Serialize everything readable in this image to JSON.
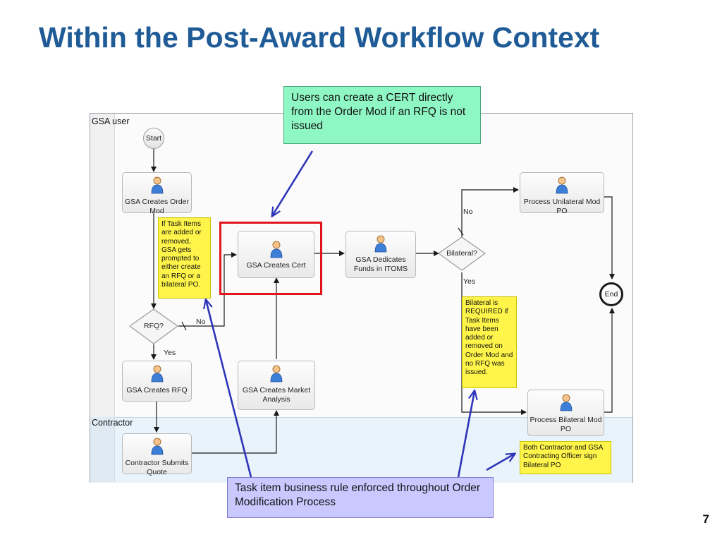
{
  "title": "Within the Post-Award Workflow Context",
  "page_number": "7",
  "lanes": {
    "gsa": "GSA user",
    "contractor": "Contractor"
  },
  "nodes": {
    "start": "Start",
    "end": "End",
    "gsa_creates_order_mod": "GSA Creates Order Mod",
    "gsa_creates_cert": "GSA Creates Cert",
    "gsa_dedicates_funds": "GSA Dedicates Funds in ITOMS",
    "process_unilateral": "Process Unilateral Mod PO",
    "process_bilateral": "Process Bilateral Mod PO",
    "gsa_creates_rfq": "GSA Creates RFQ",
    "gsa_creates_market": "GSA Creates Market Analysis",
    "contractor_submits": "Contractor Submits Quote"
  },
  "gateways": {
    "rfq": "RFQ?",
    "bilateral": "Bilateral?"
  },
  "edge_labels": {
    "rfq_no": "No",
    "rfq_yes": "Yes",
    "bilateral_no": "No",
    "bilateral_yes": "Yes"
  },
  "notes": {
    "task_items": "If Task Items are added or removed, GSA gets prompted to either create an RFQ or a bilateral PO.",
    "bilateral_required": "Bilateral is REQUIRED if Task Items have been added or removed on Order Mod and no RFQ was issued.",
    "both_sign": "Both Contractor and GSA Contracting Officer sign Bilateral PO"
  },
  "callouts": {
    "cert_direct": "Users can create a CERT directly from the Order Mod if an RFQ is not issued",
    "task_rule": "Task item business rule enforced throughout Order Modification Process"
  },
  "colors": {
    "title": "#1f5b96",
    "highlight": "#e0161c",
    "arrow_blue": "#2f35b8",
    "note_yellow": "#fff54a",
    "callout_green": "#8ff7c3",
    "callout_blue": "#c9c9ff"
  }
}
